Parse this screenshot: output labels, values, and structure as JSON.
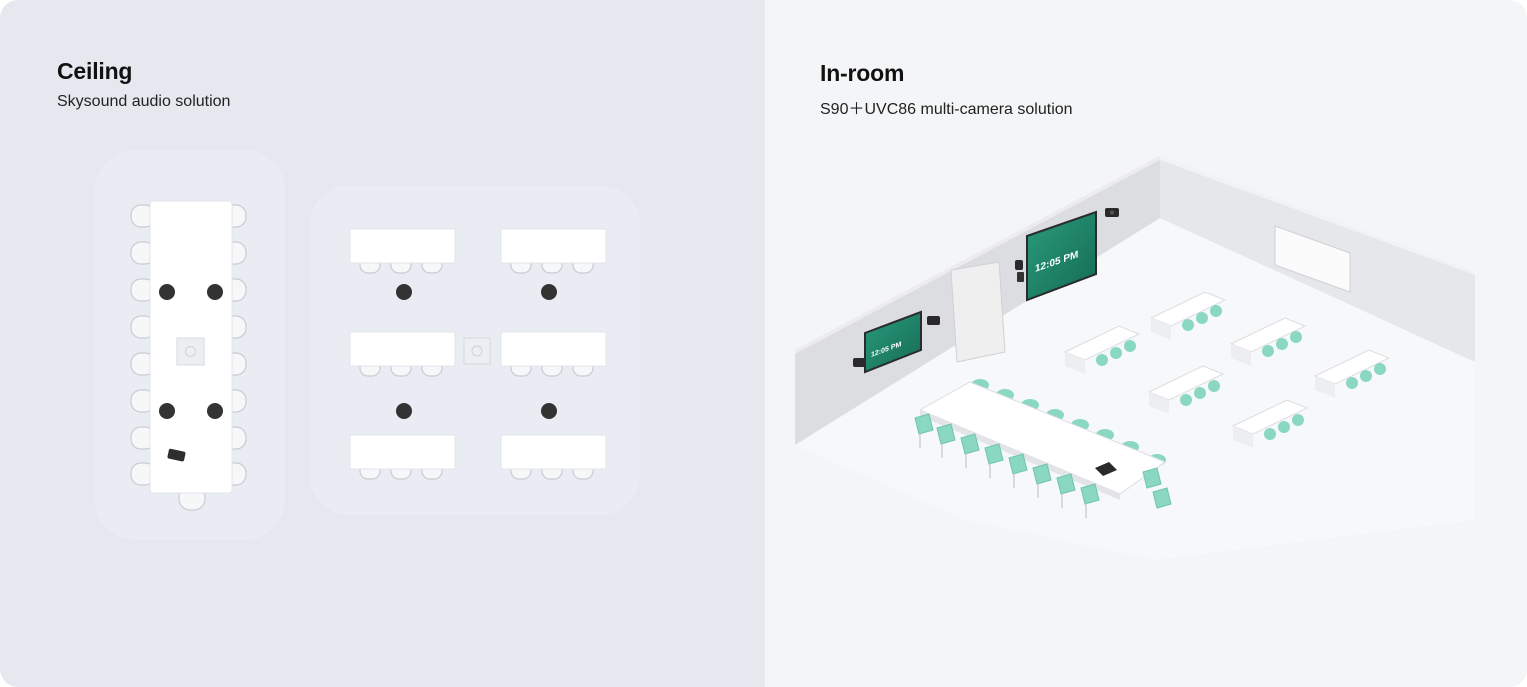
{
  "panels": {
    "ceiling": {
      "title": "Ceiling",
      "subtitle": "Skysound audio solution"
    },
    "in_room": {
      "title": "In-room",
      "subtitle": "S90＋UVC86 multi-camera solution",
      "display_time_large": "12:05 PM",
      "display_time_small": "12:05 PM"
    }
  },
  "colors": {
    "ceiling_bg": "#e5e8ef",
    "in_room_bg": "#f4f5f7",
    "chair_teal": "#8ad8c2",
    "display_green": "#1f8a6c",
    "mic_dark": "#333333"
  }
}
